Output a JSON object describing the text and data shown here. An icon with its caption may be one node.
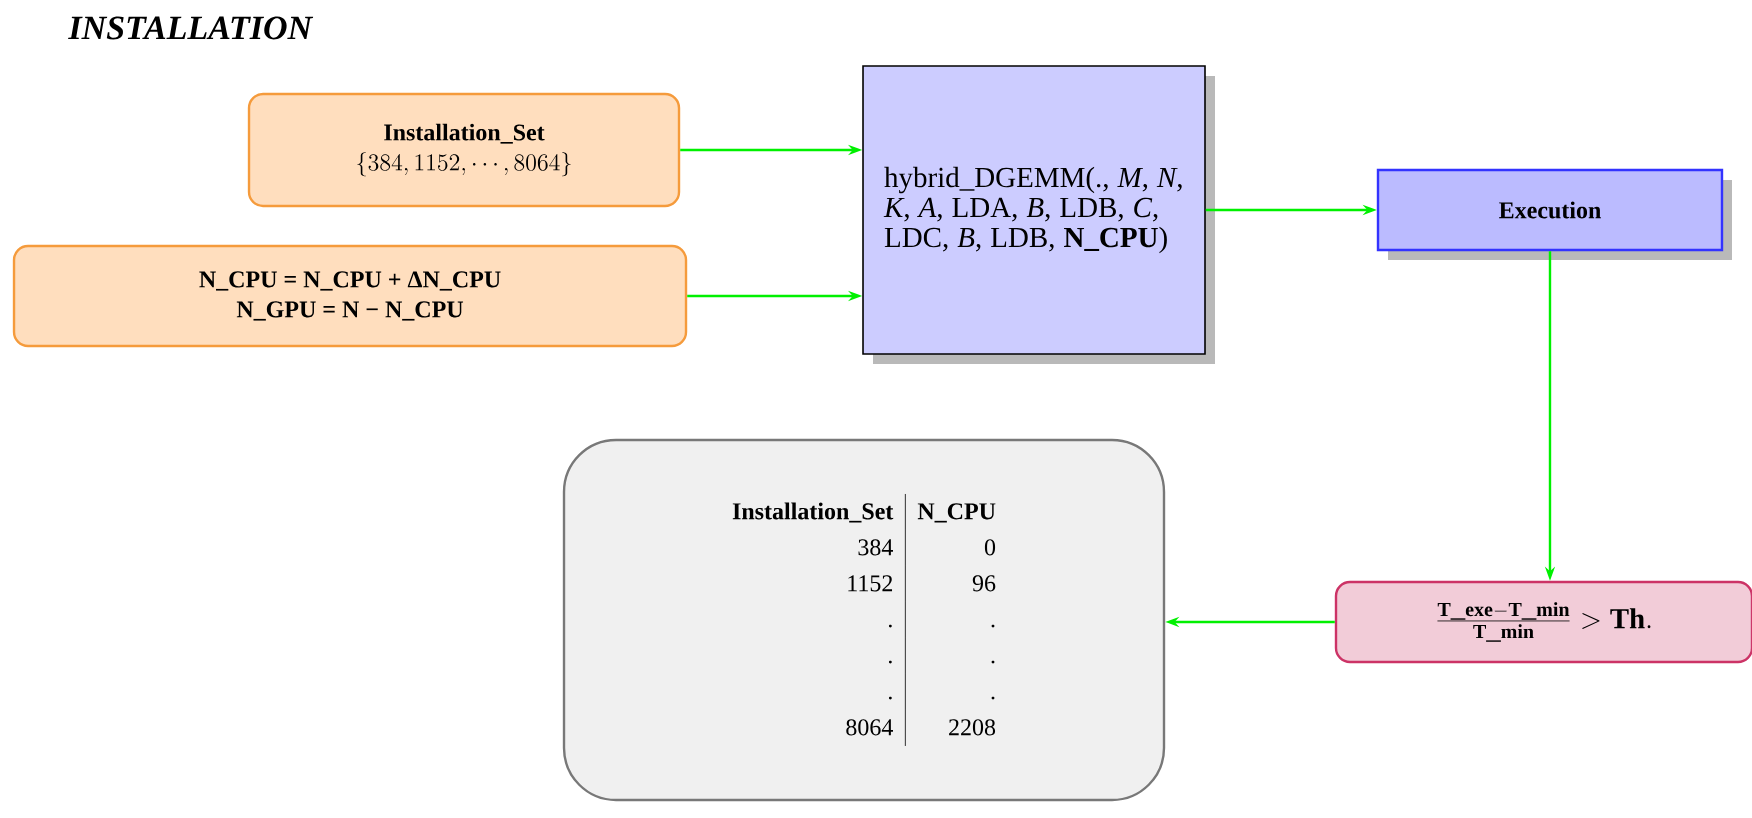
{
  "diagram": {
    "title": "INSTALLATION",
    "nodes": [
      {
        "text": [
          "Installation_Set",
          "\\{384, 1152, \\cdots, 8064\\}"
        ]
      },
      {
        "text": [
          "N_CPU = N_CPU + ΔN_CPU",
          "N_GPU = N − N_CPU"
        ]
      },
      {
        "text": [
          "hybrid_DGEMM(., *M*, *N*, *K*, *A*, LDA, *B*, LDB, *C*, LDC, *B*, LDB, **N_CPU**)"
        ]
      },
      {
        "text": [
          "Execution"
        ]
      },
      {
        "text": [
          "\\frac{\\mathbf{T\\_exe}-\\mathbf{T\\_min}}{\\mathbf{T\\_min}} > \\mathbf{Th.}"
        ]
      },
      {
        "text": [
          "Installation_Set",
          "N_CPU",
          "384",
          "0",
          "1152",
          "96",
          ".",
          ".",
          ".",
          ".",
          ".",
          ".",
          "8064",
          "2208"
        ]
      }
    ],
    "edges": [
      {
        "from": 0,
        "to": 2,
        "arrow": "to"
      },
      {
        "from": 1,
        "to": 2,
        "arrow": "to"
      },
      {
        "from": 2,
        "to": 3,
        "arrow": "to"
      },
      {
        "from": 3,
        "to": 4,
        "arrow": "to"
      },
      {
        "from": 4,
        "to": 5,
        "arrow": "to"
      }
    ]
  }
}
